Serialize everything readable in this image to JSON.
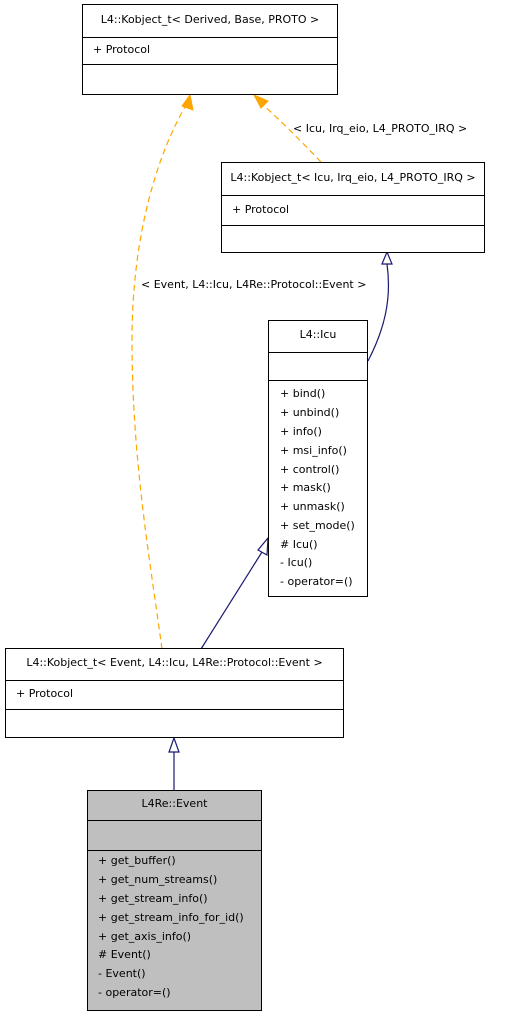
{
  "classes": {
    "kobject_generic": {
      "title": "L4::Kobject_t< Derived, Base, PROTO >",
      "attributes": [
        "+ Protocol"
      ],
      "methods": []
    },
    "kobject_icu": {
      "title": "L4::Kobject_t< Icu, Irq_eio, L4_PROTO_IRQ >",
      "attributes": [
        "+ Protocol"
      ],
      "methods": []
    },
    "icu": {
      "title": "L4::Icu",
      "attributes": [],
      "methods": [
        "+ bind()",
        "+ unbind()",
        "+ info()",
        "+ msi_info()",
        "+ control()",
        "+ mask()",
        "+ unmask()",
        "+ set_mode()",
        "# Icu()",
        "- Icu()",
        "- operator=()"
      ]
    },
    "kobject_event": {
      "title": "L4::Kobject_t< Event, L4::Icu, L4Re::Protocol::Event >",
      "attributes": [
        "+ Protocol"
      ],
      "methods": []
    },
    "event": {
      "title": "L4Re::Event",
      "attributes": [],
      "methods": [
        "+ get_buffer()",
        "+ get_num_streams()",
        "+ get_stream_info()",
        "+ get_stream_info_for_id()",
        "+ get_axis_info()",
        "# Event()",
        "- Event()",
        "- operator=()"
      ]
    }
  },
  "edge_labels": {
    "icu_template": "< Icu, Irq_eio, L4_PROTO_IRQ >",
    "event_template": "< Event, L4::Icu, L4Re::Protocol::Event >"
  },
  "colors": {
    "inheritance": "#191970",
    "template": "#ffa500",
    "highlight": "#bfbfbf"
  }
}
